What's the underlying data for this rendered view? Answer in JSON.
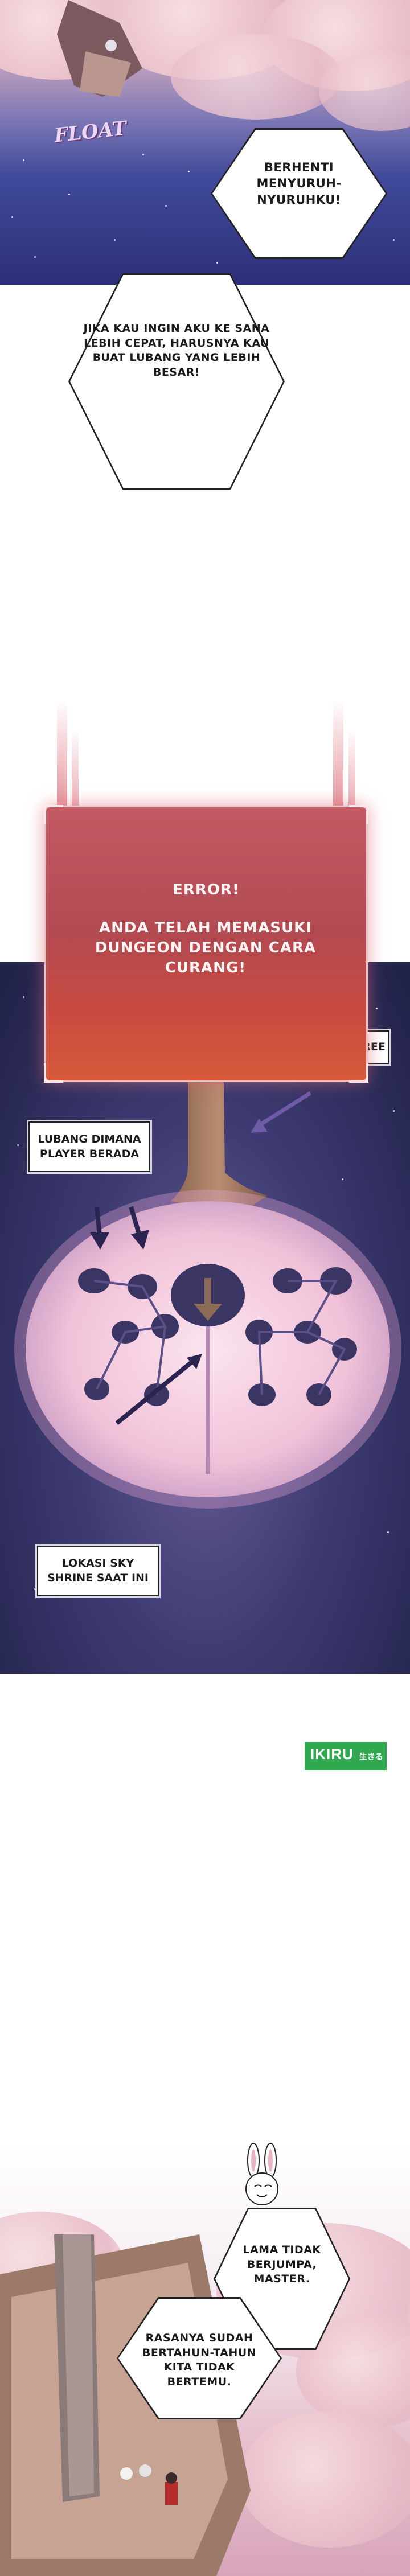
{
  "panel1": {
    "sfx": "FLOAT",
    "bubble_top": "BERHENTI MENYURUH-NYURUHKU!",
    "bubble_bottom": "JIKA KAU INGIN AKU KE SANA LEBIH CEPAT, HARUSNYA KAU BUAT LUBANG YANG LEBIH BESAR!"
  },
  "error": {
    "title": "ERROR!",
    "message": "ANDA TELAH MEMASUKI DUNGEON DENGAN CARA CURANG!"
  },
  "map": {
    "label_world_tree": "WORLD TREE",
    "label_player_hole": "LUBANG DIMANA PLAYER BERADA",
    "label_shrine": "LOKASI SKY SHRINE SAAT INI"
  },
  "watermark": {
    "brand": "IKIRU",
    "tag": "生きる"
  },
  "panel3": {
    "bubble_top": "LAMA TIDAK BERJUMPA, MASTER.",
    "bubble_bottom": "RASANYA SUDAH BERTAHUN-TAHUN KITA TIDAK BERTEMU."
  },
  "colors": {
    "error_red": "#c35a63",
    "sky_dark": "#2d2f78",
    "tree_pink": "#f1c2d8",
    "watermark_green": "#2fa84f"
  }
}
